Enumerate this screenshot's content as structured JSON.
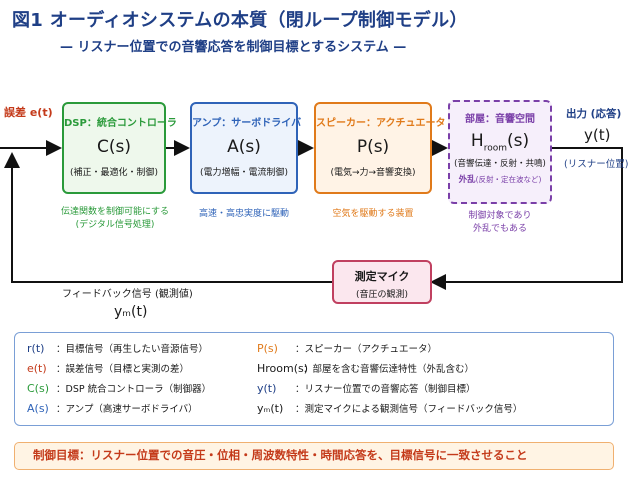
{
  "header": {
    "title": "図1 オーディオシステムの本質（閉ループ制御モデル）",
    "subtitle": "— リスナー位置での音響応答を制御目標とするシステム —"
  },
  "signals": {
    "error_label": "誤差 e(t)",
    "output_title": "出力 (応答)",
    "output_symbol": "y(t)",
    "output_note": "(リスナー位置)",
    "feedback_title": "フィードバック信号 (観測値)",
    "feedback_symbol": "yₘ(t)"
  },
  "blocks": {
    "dsp": {
      "heading": "DSP：統合コントローラ",
      "symbol": "C(s)",
      "desc": "(補正・最適化・制御)",
      "caption1": "伝達関数を制御可能にする",
      "caption2": "(デジタル信号処理)",
      "color": "#2a9a3a"
    },
    "amp": {
      "heading": "アンプ：サーボドライバ",
      "symbol": "A(s)",
      "desc": "(電力増幅・電流制御)",
      "caption1": "高速・高忠実度に駆動",
      "color": "#2f63b8"
    },
    "speaker": {
      "heading": "スピーカー：アクチュエータ",
      "symbol": "P(s)",
      "desc": "(電気→力→音響変換)",
      "caption1": "空気を駆動する装置",
      "color": "#e07a1a"
    },
    "room": {
      "heading": "部屋：音響空間",
      "symbol_main": "H",
      "symbol_sub": "room",
      "symbol_tail": "(s)",
      "desc": "(音響伝達・反射・共鳴)",
      "disturbance": "外乱",
      "disturbance_note": "(反射・定在波など)",
      "caption1": "制御対象であり",
      "caption2": "外乱でもある",
      "color": "#7a3fa8"
    },
    "mic": {
      "heading": "測定マイク",
      "desc": "(音圧の観測)",
      "color": "#c04060"
    }
  },
  "legend": [
    {
      "sym": "r(t)",
      "text": "：目標信号（再生したい音源信号）",
      "color": "#1f3f86"
    },
    {
      "sym": "e(t)",
      "text": "：誤差信号（目標と実測の差）",
      "color": "#c43a1a"
    },
    {
      "sym": "C(s)",
      "text": "：DSP 統合コントローラ（制御器）",
      "color": "#2a9a3a"
    },
    {
      "sym": "A(s)",
      "text": "：アンプ（高速サーボドライバ）",
      "color": "#2f63b8"
    },
    {
      "sym": "P(s)",
      "text": "：スピーカー（アクチュエータ）",
      "color": "#e07a1a"
    },
    {
      "sym": "Hroom(s)",
      "text": "：部屋を含む音響伝達特性（外乱含む）",
      "color": "#1a1a1a"
    },
    {
      "sym": "y(t)",
      "text": "：リスナー位置での音響応答（制御目標）",
      "color": "#1f3f86"
    },
    {
      "sym": "yₘ(t)",
      "text": "：測定マイクによる観測信号（フィードバック信号）",
      "color": "#1a1a1a"
    }
  ],
  "goal": "制御目標：リスナー位置での音圧・位相・周波数特性・時間応答を、目標信号に一致させること"
}
